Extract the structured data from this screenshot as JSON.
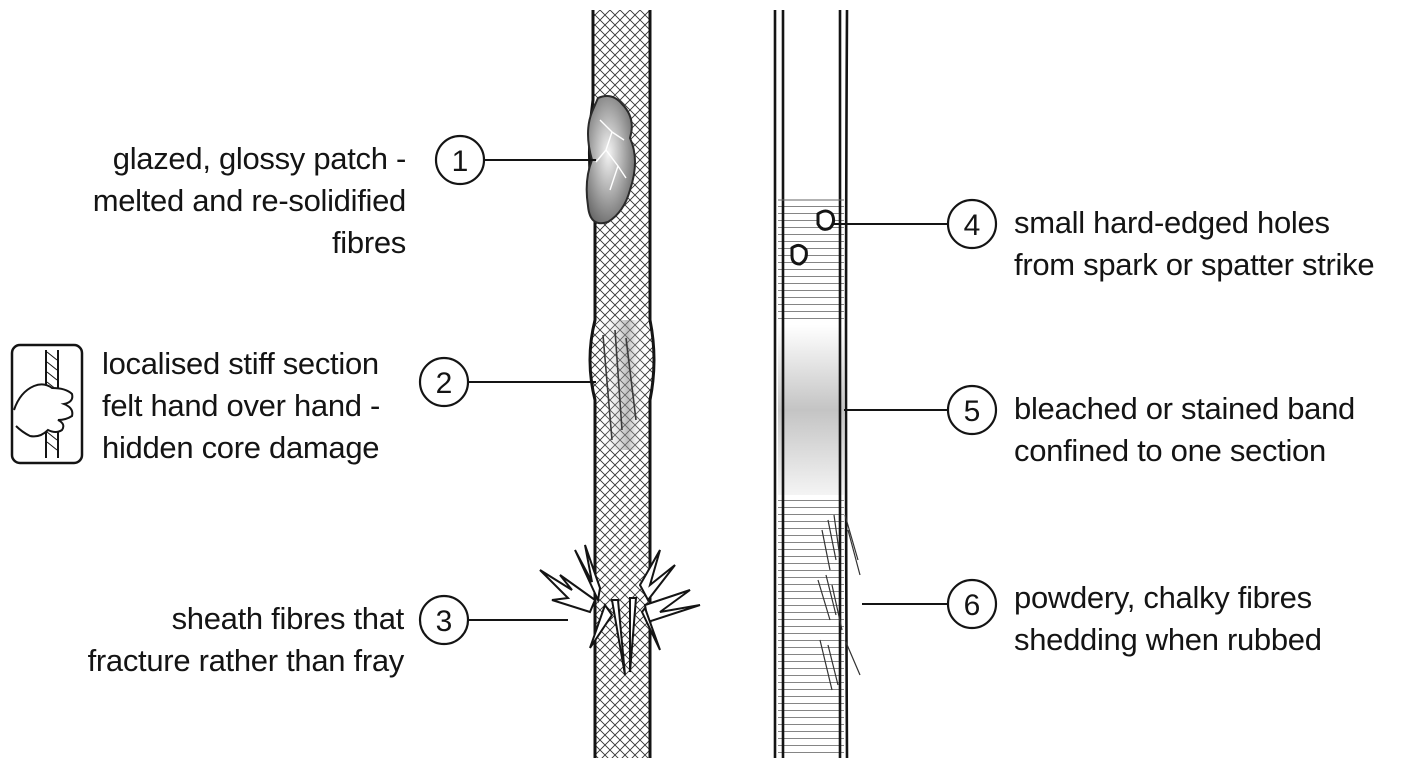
{
  "callouts": [
    {
      "number": "1",
      "lines": [
        "glazed, glossy patch -",
        "melted and re-solidified",
        "fibres"
      ]
    },
    {
      "number": "2",
      "lines": [
        "localised stiff section",
        "felt hand over hand -",
        "hidden core damage"
      ]
    },
    {
      "number": "3",
      "lines": [
        "sheath fibres that",
        "fracture rather than fray"
      ]
    },
    {
      "number": "4",
      "lines": [
        "small hard-edged holes",
        "from spark or spatter strike"
      ]
    },
    {
      "number": "5",
      "lines": [
        "bleached or stained band",
        "confined to one section"
      ]
    },
    {
      "number": "6",
      "lines": [
        "powdery, chalky fibres",
        "shedding when rubbed"
      ]
    }
  ],
  "icons": {
    "hand": "hand-gripping-rope-icon"
  },
  "colors": {
    "ink": "#141414",
    "rope_fill": "#ffffff"
  }
}
